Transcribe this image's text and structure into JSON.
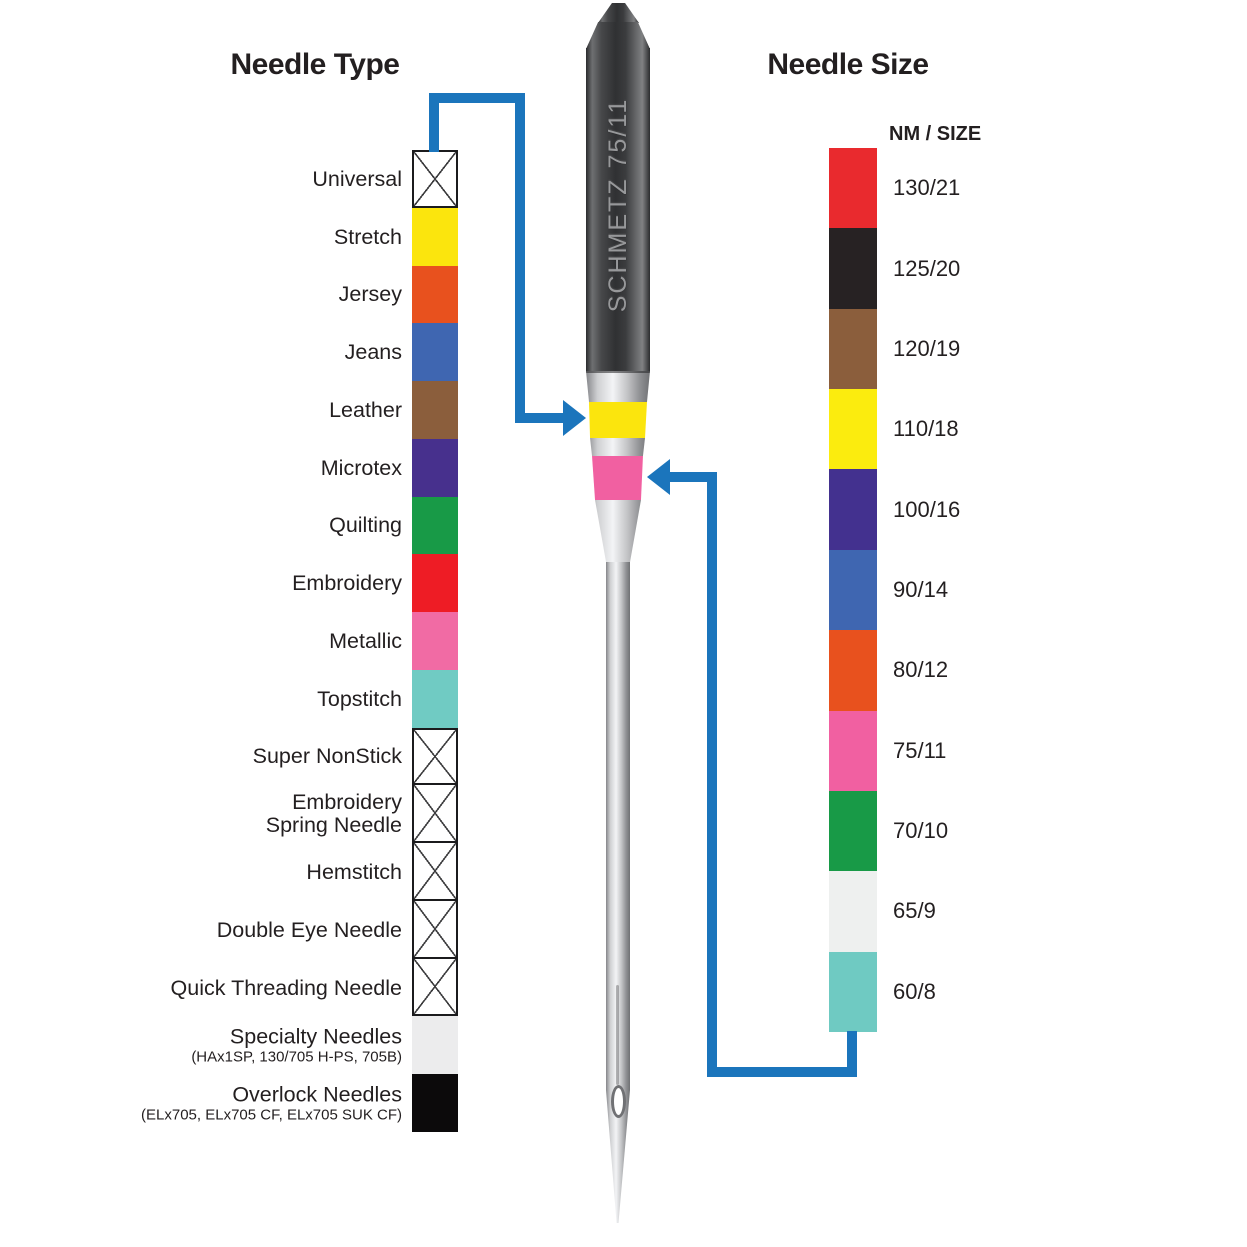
{
  "left_chart": {
    "title": "Needle Type",
    "items": [
      {
        "label": "Universal",
        "pattern": "x"
      },
      {
        "label": "Stretch",
        "color": "#fbe50d"
      },
      {
        "label": "Jersey",
        "color": "#e8511e"
      },
      {
        "label": "Jeans",
        "color": "#3f66b1"
      },
      {
        "label": "Leather",
        "color": "#8b5e3c"
      },
      {
        "label": "Microtex",
        "color": "#47308d"
      },
      {
        "label": "Quilting",
        "color": "#189a47"
      },
      {
        "label": "Embroidery",
        "color": "#ee1c25"
      },
      {
        "label": "Metallic",
        "color": "#f16ba4"
      },
      {
        "label": "Topstitch",
        "color": "#70cbc3"
      },
      {
        "label": "Super NonStick",
        "pattern": "x"
      },
      {
        "label": "Embroidery Spring Needle",
        "lines": [
          "Embroidery",
          "Spring Needle"
        ],
        "pattern": "x"
      },
      {
        "label": "Hemstitch",
        "pattern": "x"
      },
      {
        "label": "Double Eye Needle",
        "pattern": "x"
      },
      {
        "label": "Quick Threading Needle",
        "pattern": "x"
      },
      {
        "label": "Specialty Needles",
        "sublabel": "(HAx1SP, 130/705 H-PS, 705B)",
        "color": "#ececed"
      },
      {
        "label": "Overlock Needles",
        "sublabel": "(ELx705, ELx705 CF, ELx705 SUK CF)",
        "color": "#0c0a0b"
      }
    ]
  },
  "right_chart": {
    "title": "Needle Size",
    "header": "NM / SIZE",
    "items": [
      {
        "label": "130/21",
        "color": "#e92a2e"
      },
      {
        "label": "125/20",
        "color": "#272223"
      },
      {
        "label": "120/19",
        "color": "#8b5e3c"
      },
      {
        "label": "110/18",
        "color": "#fbec0e"
      },
      {
        "label": "100/16",
        "color": "#43318f"
      },
      {
        "label": "90/14",
        "color": "#3f66b1"
      },
      {
        "label": "80/12",
        "color": "#e8511e"
      },
      {
        "label": "75/11",
        "color": "#f160a1"
      },
      {
        "label": "70/10",
        "color": "#189a47"
      },
      {
        "label": "65/9",
        "color": "#eef0ef"
      },
      {
        "label": "60/8",
        "color": "#6fcac2"
      }
    ]
  },
  "needle": {
    "engraving": "SCHMETZ 75/11",
    "top_band_color": "#fbe50d",
    "bottom_band_color": "#f160a1"
  },
  "colors": {
    "connector": "#1b75bc",
    "text": "#231f20"
  }
}
